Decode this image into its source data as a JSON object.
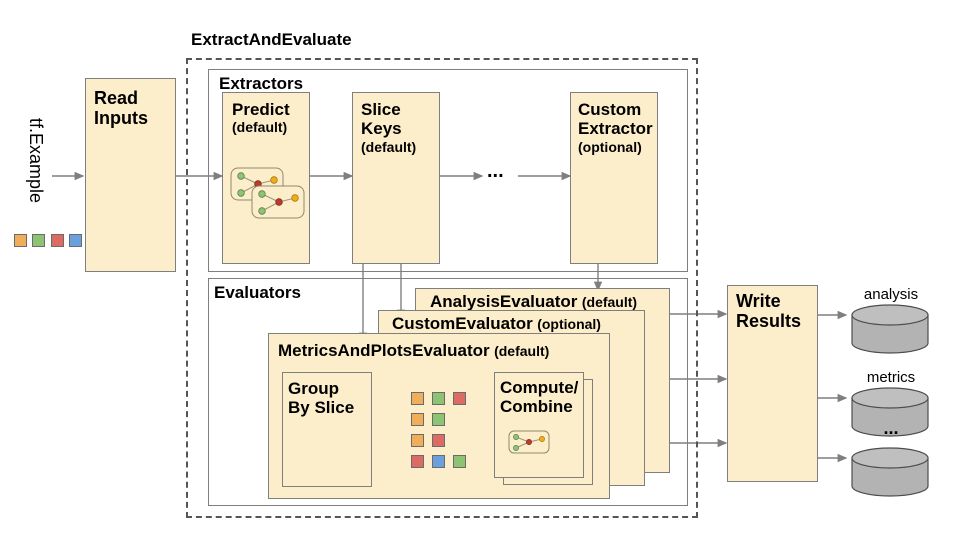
{
  "diagram": {
    "title": "TensorFlow Model Analysis evaluation pipeline",
    "type": "flow-diagram",
    "colors": {
      "node_fill": "#fdeecb",
      "node_stroke": "#7f7f7f",
      "cylinder_fill": "#b3b3b3",
      "arrow": "#7f7f7f",
      "chip_orange": "#f0ad5a",
      "chip_green": "#8cc474",
      "chip_red": "#db6b63",
      "chip_blue": "#6ba0de"
    }
  },
  "input": {
    "label": "tf.Example",
    "chips": [
      "chip_orange",
      "chip_green",
      "chip_red",
      "chip_blue"
    ]
  },
  "read_inputs": {
    "label": "Read\nInputs"
  },
  "extract_and_evaluate": {
    "label": "ExtractAndEvaluate",
    "extractors": {
      "label": "Extractors",
      "items": [
        {
          "name": "Predict",
          "qualifier": "(default)",
          "has_graph_icon": true
        },
        {
          "name": "Slice\nKeys",
          "qualifier": "(default)",
          "has_graph_icon": false
        },
        {
          "name": "Custom\nExtractor",
          "qualifier": "(optional)",
          "has_graph_icon": false
        }
      ],
      "ellipsis": "..."
    },
    "evaluators": {
      "label": "Evaluators",
      "cards": [
        {
          "name": "AnalysisEvaluator",
          "qualifier": "(default)"
        },
        {
          "name": "CustomEvaluator",
          "qualifier": "(optional)"
        },
        {
          "name": "MetricsAndPlotsEvaluator",
          "qualifier": "(default)"
        }
      ],
      "group_by_slice": {
        "label": "Group\nBy Slice"
      },
      "compute_combine": {
        "label": "Compute/\nCombine",
        "has_graph_icon": true
      },
      "slice_chip_rows": [
        [
          "chip_orange",
          "chip_green",
          "chip_red"
        ],
        [
          "chip_orange",
          "chip_green"
        ],
        [
          "chip_orange",
          "chip_red"
        ],
        [
          "chip_red",
          "chip_blue",
          "chip_green"
        ]
      ]
    }
  },
  "write_results": {
    "label": "Write\nResults"
  },
  "outputs": [
    {
      "label": "analysis"
    },
    {
      "label": "metrics"
    },
    {
      "label": "..."
    }
  ]
}
